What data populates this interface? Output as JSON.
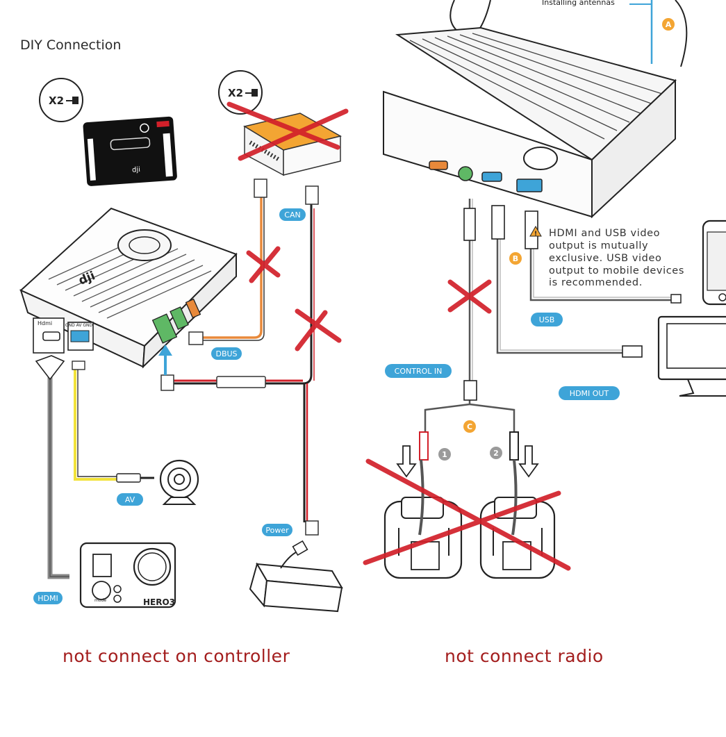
{
  "title": "DIY Connection",
  "antenna_note": "Installing antennas",
  "port_tag": "X2",
  "labels": {
    "can": "CAN",
    "dbus": "DBUS",
    "av": "AV",
    "hdmi": "HDMI",
    "power": "Power",
    "usb": "USB",
    "control_in": "CONTROL IN",
    "hdmi_out": "HDMI OUT"
  },
  "markers": {
    "a": "A",
    "b": "B",
    "c": "C",
    "one": "1",
    "two": "2"
  },
  "warning_note": {
    "line1": "HDMI and USB video",
    "line2": "output is mutually",
    "line3": "exclusive. USB video",
    "line4": "output to mobile devices",
    "line5": "is recommended."
  },
  "device_text": {
    "camera_model": "HERO3",
    "camera_mode": "mode",
    "brand": "dji",
    "port_hdmi": "Hdmi",
    "port_gnd": "GND AV GND"
  },
  "captions": {
    "left": "not connect on controller",
    "right": "not connect radio"
  },
  "colors": {
    "pill": "#3ea4d8",
    "marker_orange": "#f3a533",
    "cross_red": "#d2202a",
    "caption_red": "#a31d1d",
    "wire_orange": "#e8893a",
    "wire_red": "#d2202a",
    "wire_yellow": "#f2e23a",
    "arrow_blue": "#3ea4d8"
  }
}
